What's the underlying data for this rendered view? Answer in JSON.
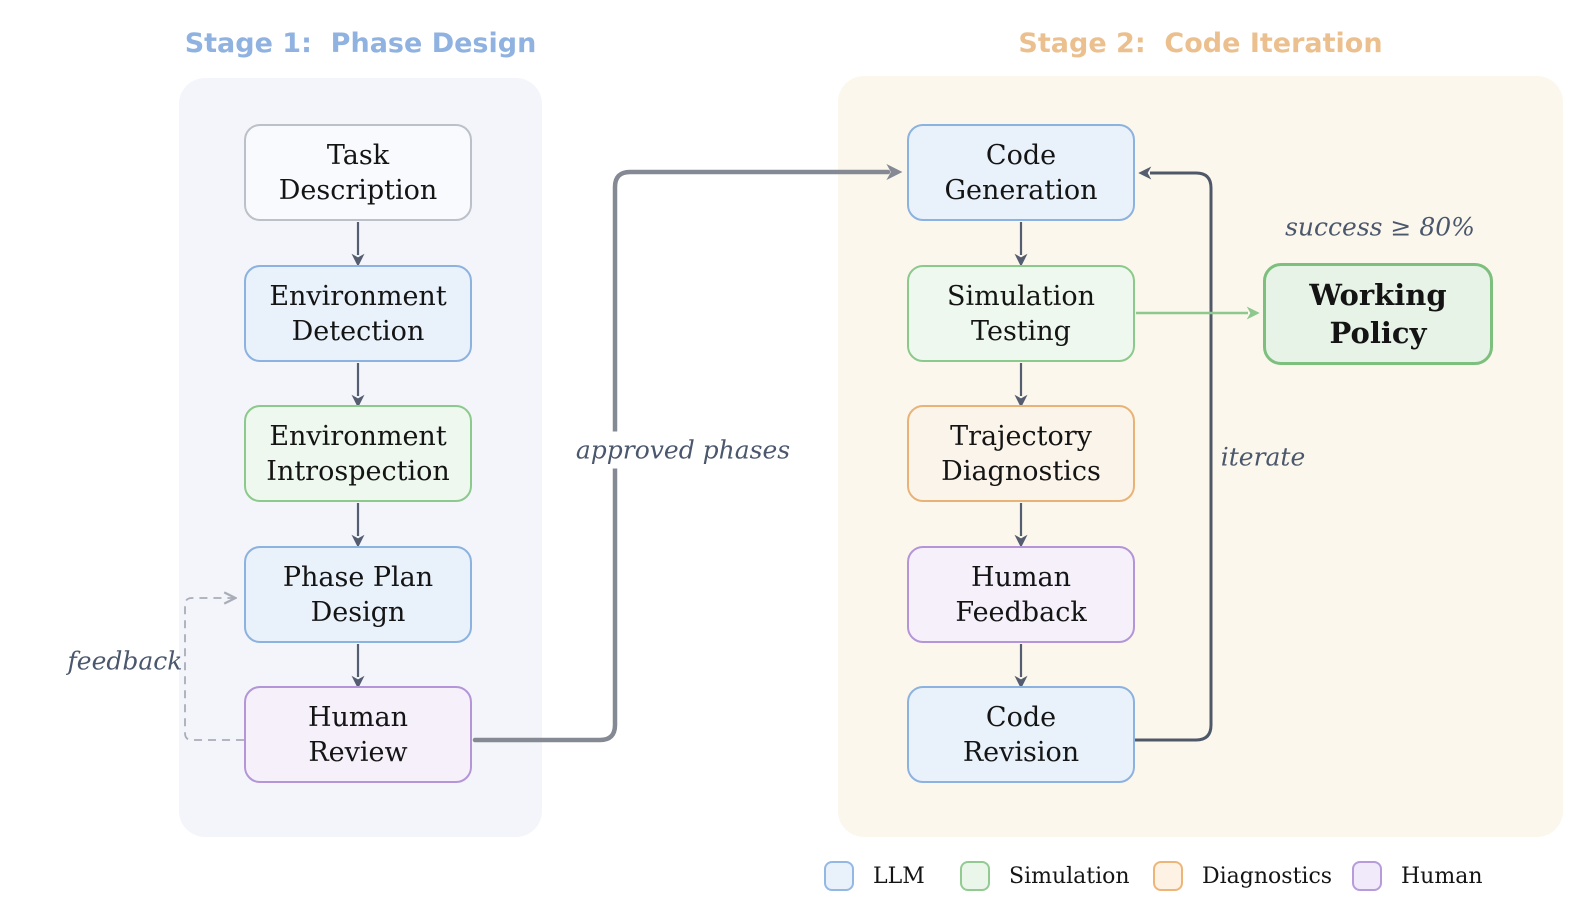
{
  "stage1": {
    "title": "Stage 1:  Phase Design",
    "nodes": [
      {
        "label": "Task\nDescription",
        "type": "input"
      },
      {
        "label": "Environment\nDetection",
        "type": "llm"
      },
      {
        "label": "Environment\nIntrospection",
        "type": "simulation"
      },
      {
        "label": "Phase Plan\nDesign",
        "type": "llm"
      },
      {
        "label": "Human\nReview",
        "type": "human"
      }
    ]
  },
  "stage2": {
    "title": "Stage 2:  Code Iteration",
    "nodes": [
      {
        "label": "Code\nGeneration",
        "type": "llm"
      },
      {
        "label": "Simulation\nTesting",
        "type": "simulation"
      },
      {
        "label": "Trajectory\nDiagnostics",
        "type": "diagnostics"
      },
      {
        "label": "Human\nFeedback",
        "type": "human"
      },
      {
        "label": "Code\nRevision",
        "type": "llm"
      }
    ],
    "output": {
      "label": "Working\nPolicy",
      "type": "simulation"
    }
  },
  "labels": {
    "feedback": "feedback",
    "approved": "approved phases",
    "iterate": "iterate",
    "success": "success ≥ 80%"
  },
  "legend": {
    "items": [
      {
        "label": "LLM",
        "type": "llm"
      },
      {
        "label": "Simulation",
        "type": "simulation"
      },
      {
        "label": "Diagnostics",
        "type": "diagnostics"
      },
      {
        "label": "Human",
        "type": "human"
      }
    ]
  },
  "colors": {
    "stage1_title": "#8fb2e1",
    "stage2_title": "#ecc08e",
    "panel1_bg": "#f3f5fa",
    "panel2_bg": "#fcf7ec",
    "llm_border": "#8cb2e0",
    "simulation_border": "#8cc98c",
    "diagnostics_border": "#e9b377",
    "human_border": "#b495d8",
    "arrow_dark": "#555e70",
    "arrow_thick_gray": "#848993",
    "arrow_green": "#8ec88e",
    "arrow_dashed": "#a8adb8"
  }
}
